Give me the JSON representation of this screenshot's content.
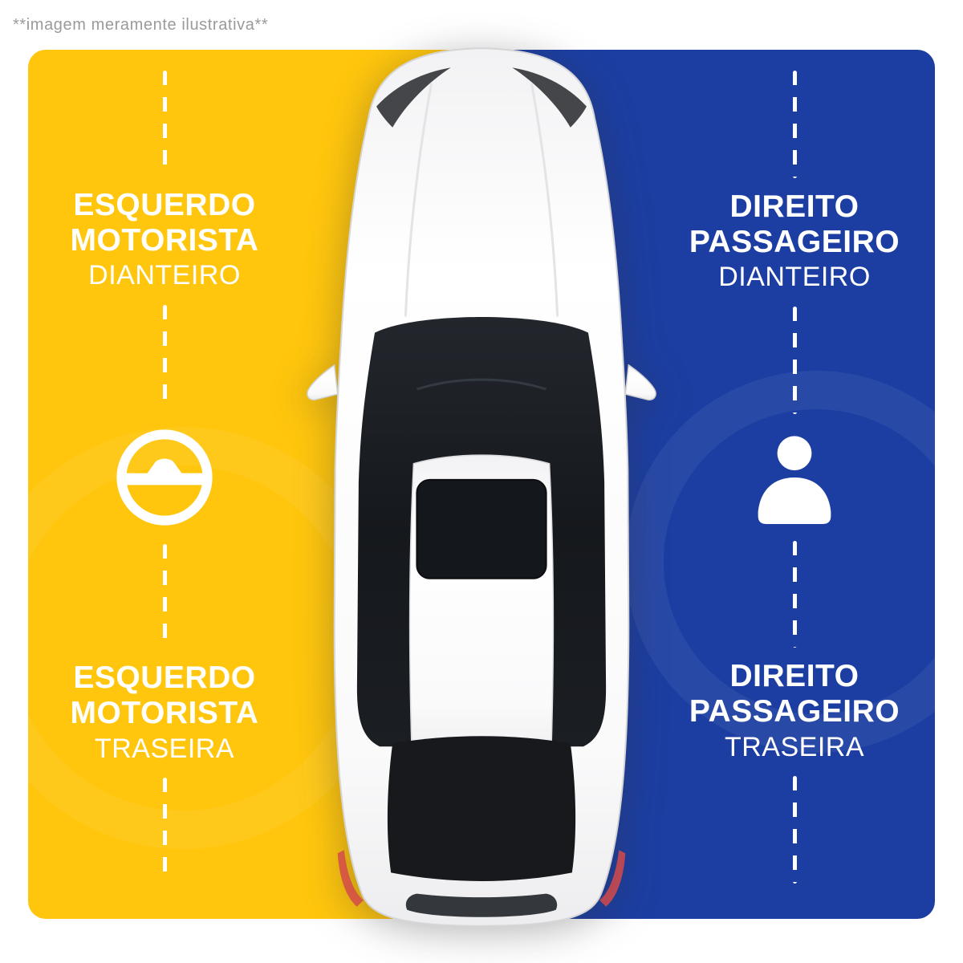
{
  "disclaimer": "**imagem meramente ilustrativa**",
  "colors": {
    "left_bg": "#FFC60D",
    "right_bg": "#1C3EA2",
    "text": "#FFFFFF"
  },
  "left_panel": {
    "side": "driver-side",
    "front": {
      "line1": "ESQUERDO",
      "line2": "MOTORISTA",
      "line3": "DIANTEIRO"
    },
    "icon": "steering-wheel-icon",
    "rear": {
      "line1": "ESQUERDO",
      "line2": "MOTORISTA",
      "line3": "TRASEIRA"
    }
  },
  "right_panel": {
    "side": "passenger-side",
    "front": {
      "line1": "DIREITO",
      "line2": "PASSAGEIRO",
      "line3": "DIANTEIRO"
    },
    "icon": "passenger-icon",
    "rear": {
      "line1": "DIREITO",
      "line2": "PASSAGEIRO",
      "line3": "TRASEIRA"
    }
  },
  "illustration": "car-top-view"
}
